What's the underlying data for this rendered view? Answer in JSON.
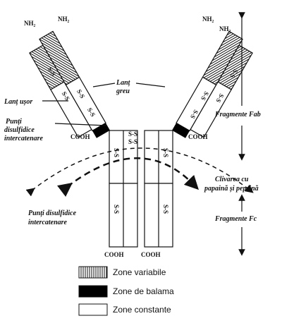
{
  "labels": {
    "nh2_left_outer": "NH₂",
    "nh2_left_inner": "NH₂",
    "nh2_right_inner": "NH₂",
    "nh2_right_outer": "NH₂",
    "lant_usor": "Lanț ușor",
    "lant_greu_1": "Lanț",
    "lant_greu_2": "greu",
    "punti_top_1": "Punți",
    "punti_top_2": "disulfidice",
    "punti_top_3": "intercatenare",
    "cooh_left_arm": "COOH",
    "cooh_right_arm": "COOH",
    "punti_bottom_1": "Punți disulfidice",
    "punti_bottom_2": "intercatenare",
    "cooh_bottom_left": "COOH",
    "cooh_bottom_right": "COOH",
    "fragmente_fab": "Fragmente Fab",
    "clivarea_1": "Clivarea cu",
    "clivarea_2": "papaină și pepsină",
    "fragmente_fc": "Fragmente Fc",
    "ss": "S-S"
  },
  "legend": [
    {
      "pattern": "hatched",
      "label": "Zone variabile"
    },
    {
      "pattern": "black",
      "label": "Zone de  balama"
    },
    {
      "pattern": "white",
      "label": "Zone constante"
    }
  ]
}
